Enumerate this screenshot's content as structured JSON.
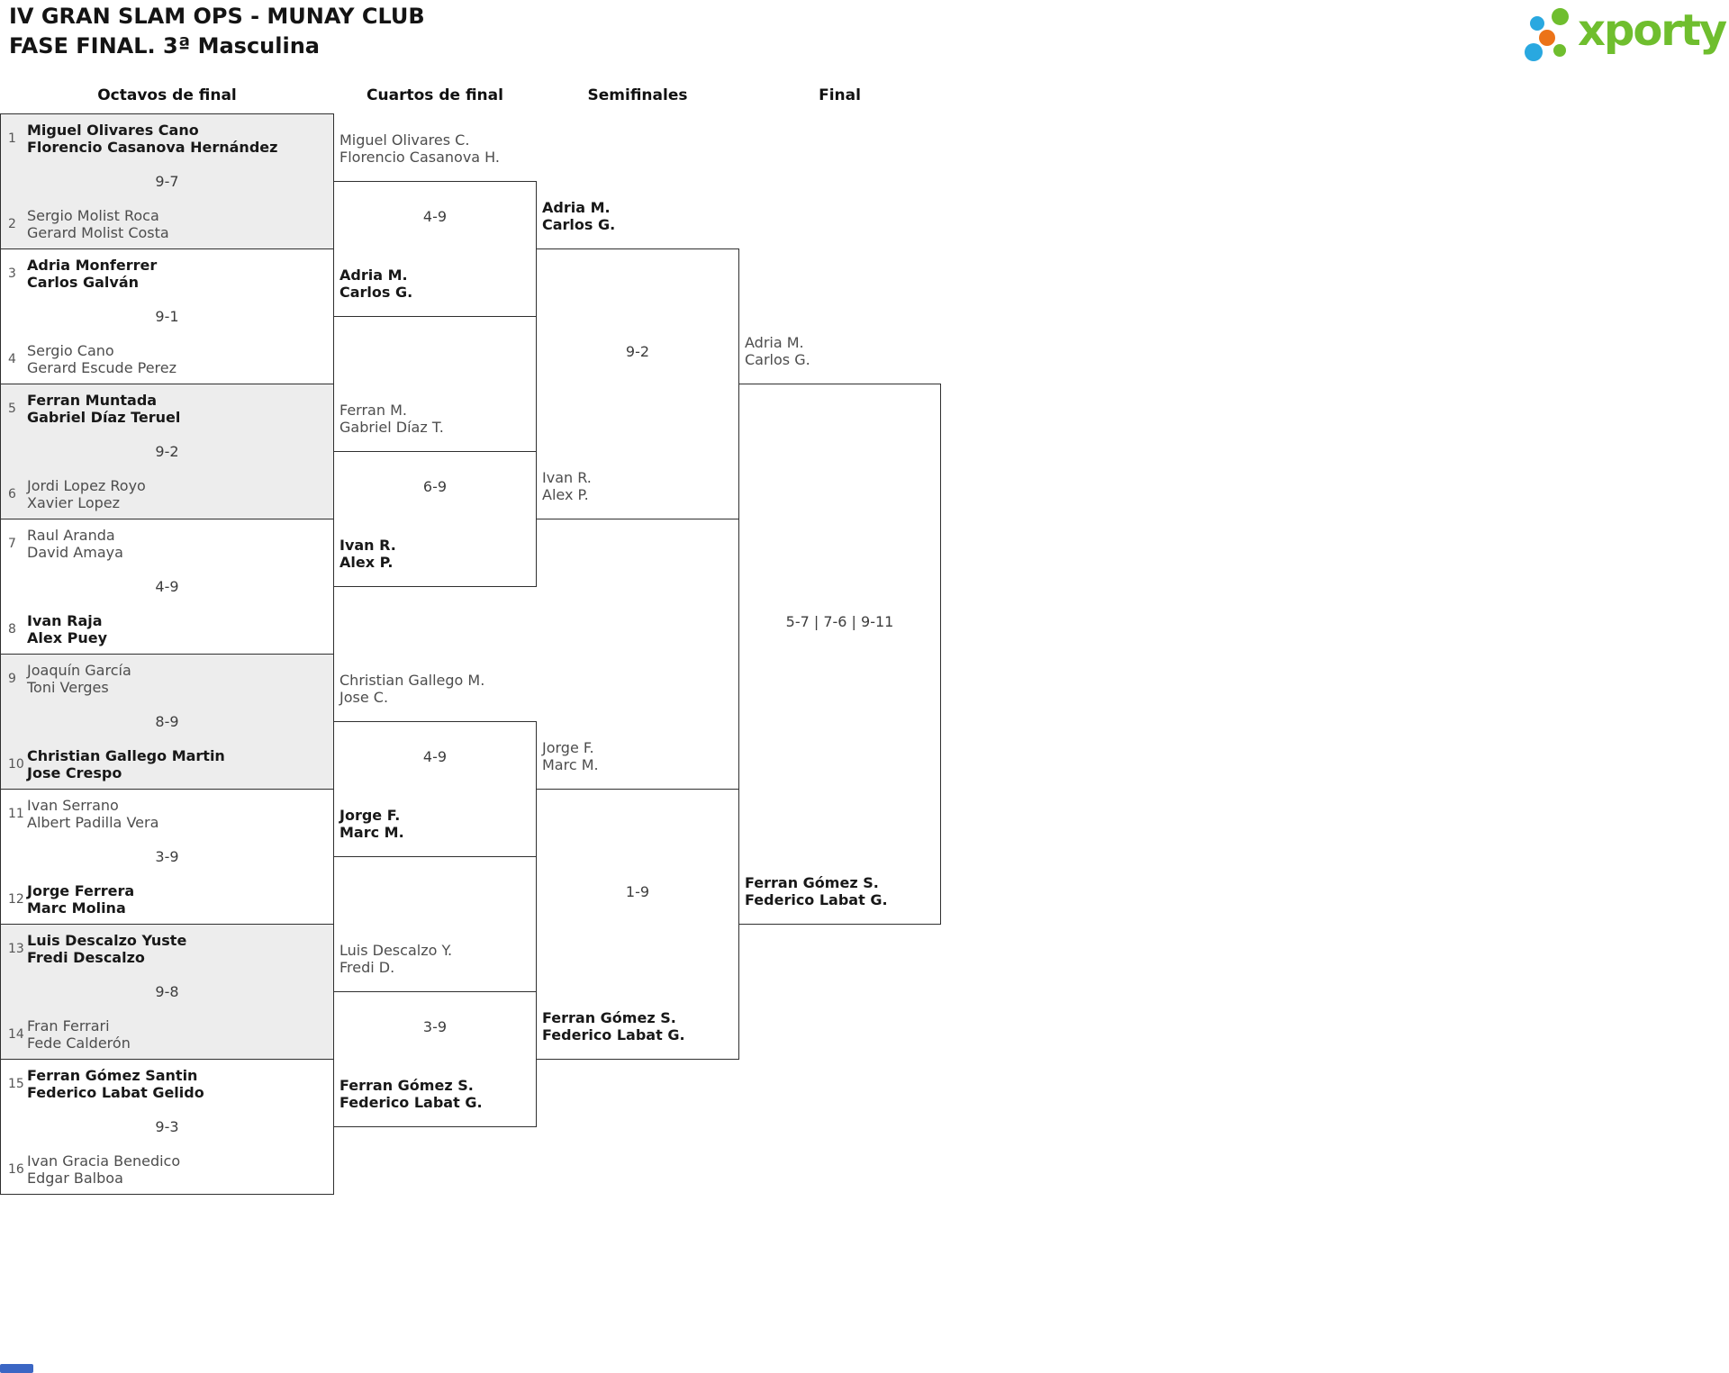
{
  "header": {
    "title_line1": "IV GRAN SLAM OPS - MUNAY CLUB",
    "title_line2": "FASE FINAL. 3ª Masculina",
    "logo": {
      "text": "xporty",
      "colors": {
        "green": "#6fbe2e",
        "blue": "#29a8e0",
        "orange": "#ec7318"
      }
    }
  },
  "columns": [
    "Octavos de final",
    "Cuartos de final",
    "Semifinales",
    "Final"
  ],
  "misc": {
    "cropped_bar_color": "#3b66c4",
    "shaded_match_bg": "#ededed",
    "line_color": "#2f2f2f"
  },
  "r16": {
    "matches": [
      {
        "score": "9-7",
        "top": {
          "seed": "1",
          "line1": "Miguel Olivares Cano",
          "line2": "Florencio Casanova Hernández",
          "winner": true
        },
        "bottom": {
          "seed": "2",
          "line1": "Sergio Molist Roca",
          "line2": "Gerard Molist Costa",
          "winner": false
        }
      },
      {
        "score": "9-1",
        "top": {
          "seed": "3",
          "line1": "Adria Monferrer",
          "line2": "Carlos Galván",
          "winner": true
        },
        "bottom": {
          "seed": "4",
          "line1": "Sergio Cano",
          "line2": "Gerard Escude Perez",
          "winner": false
        }
      },
      {
        "score": "9-2",
        "top": {
          "seed": "5",
          "line1": "Ferran Muntada",
          "line2": "Gabriel Díaz Teruel",
          "winner": true
        },
        "bottom": {
          "seed": "6",
          "line1": "Jordi Lopez Royo",
          "line2": "Xavier Lopez",
          "winner": false
        }
      },
      {
        "score": "4-9",
        "top": {
          "seed": "7",
          "line1": "Raul Aranda",
          "line2": "David Amaya",
          "winner": false
        },
        "bottom": {
          "seed": "8",
          "line1": "Ivan Raja",
          "line2": "Alex Puey",
          "winner": true
        }
      },
      {
        "score": "8-9",
        "top": {
          "seed": "9",
          "line1": "Joaquín García",
          "line2": "Toni Verges",
          "winner": false
        },
        "bottom": {
          "seed": "10",
          "line1": "Christian Gallego Martin",
          "line2": "Jose Crespo",
          "winner": true
        }
      },
      {
        "score": "3-9",
        "top": {
          "seed": "11",
          "line1": "Ivan Serrano",
          "line2": "Albert Padilla Vera",
          "winner": false
        },
        "bottom": {
          "seed": "12",
          "line1": "Jorge Ferrera",
          "line2": "Marc Molina",
          "winner": true
        }
      },
      {
        "score": "9-8",
        "top": {
          "seed": "13",
          "line1": "Luis Descalzo Yuste",
          "line2": "Fredi Descalzo",
          "winner": true
        },
        "bottom": {
          "seed": "14",
          "line1": "Fran Ferrari",
          "line2": "Fede Calderón",
          "winner": false
        }
      },
      {
        "score": "9-3",
        "top": {
          "seed": "15",
          "line1": "Ferran Gómez Santin",
          "line2": "Federico Labat Gelido",
          "winner": true
        },
        "bottom": {
          "seed": "16",
          "line1": "Ivan Gracia Benedico",
          "line2": "Edgar Balboa",
          "winner": false
        }
      }
    ]
  },
  "qf": {
    "matches": [
      {
        "score": "4-9",
        "top": {
          "line1": "Miguel Olivares C.",
          "line2": "Florencio Casanova H.",
          "winner": false
        },
        "bottom": {
          "line1": "Adria M.",
          "line2": "Carlos G.",
          "winner": true
        }
      },
      {
        "score": "6-9",
        "top": {
          "line1": "Ferran M.",
          "line2": "Gabriel Díaz T.",
          "winner": false
        },
        "bottom": {
          "line1": "Ivan R.",
          "line2": "Alex P.",
          "winner": true
        }
      },
      {
        "score": "4-9",
        "top": {
          "line1": "Christian Gallego M.",
          "line2": "Jose C.",
          "winner": false
        },
        "bottom": {
          "line1": "Jorge F.",
          "line2": "Marc M.",
          "winner": true
        }
      },
      {
        "score": "3-9",
        "top": {
          "line1": "Luis Descalzo Y.",
          "line2": "Fredi D.",
          "winner": false
        },
        "bottom": {
          "line1": "Ferran Gómez S.",
          "line2": "Federico Labat G.",
          "winner": true
        }
      }
    ]
  },
  "sf": {
    "matches": [
      {
        "score": "9-2",
        "top": {
          "line1": "Adria M.",
          "line2": "Carlos G.",
          "winner": true
        },
        "bottom": {
          "line1": "Ivan R.",
          "line2": "Alex P.",
          "winner": false
        }
      },
      {
        "score": "1-9",
        "top": {
          "line1": "Jorge F.",
          "line2": "Marc M.",
          "winner": false
        },
        "bottom": {
          "line1": "Ferran Gómez S.",
          "line2": "Federico Labat G.",
          "winner": true
        }
      }
    ]
  },
  "final": {
    "score": "5-7 | 7-6 | 9-11",
    "top": {
      "line1": "Adria M.",
      "line2": "Carlos G.",
      "winner": false
    },
    "bottom": {
      "line1": "Ferran Gómez S.",
      "line2": "Federico Labat G.",
      "winner": true
    }
  }
}
